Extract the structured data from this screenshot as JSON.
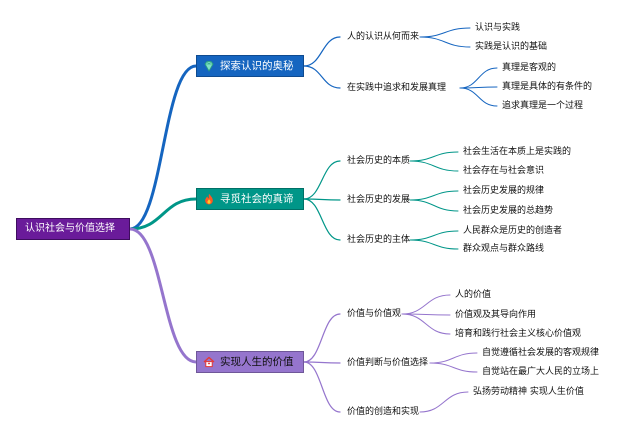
{
  "root": {
    "label": "认识社会与价值选择"
  },
  "branches": [
    {
      "label": "探索认识的奥秘",
      "icon": "diamond-icon",
      "color": "#1565c0",
      "children": [
        {
          "label": "人的认识从何而来",
          "items": [
            "认识与实践",
            "实践是认识的基础"
          ]
        },
        {
          "label": "在实践中追求和发展真理",
          "items": [
            "真理是客观的",
            "真理是具体的有条件的",
            "追求真理是一个过程"
          ]
        }
      ]
    },
    {
      "label": "寻觅社会的真谛",
      "icon": "flame-icon",
      "color": "#009688",
      "children": [
        {
          "label": "社会历史的本质",
          "items": [
            "社会生活在本质上是实践的",
            "社会存在与社会意识"
          ]
        },
        {
          "label": "社会历史的发展",
          "items": [
            "社会历史发展的规律",
            "社会历史发展的总趋势"
          ]
        },
        {
          "label": "社会历史的主体",
          "items": [
            "人民群众是历史的创造者",
            "群众观点与群众路线"
          ]
        }
      ]
    },
    {
      "label": "实现人生的价值",
      "icon": "house-icon",
      "color": "#9575cd",
      "children": [
        {
          "label": "价值与价值观",
          "items": [
            "人的价值",
            "价值观及其导向作用",
            "培育和践行社会主义核心价值观"
          ]
        },
        {
          "label": "价值判断与价值选择",
          "items": [
            "自觉遵循社会发展的客观规律",
            "自觉站在最广大人民的立场上"
          ]
        },
        {
          "label": "价值的创造和实现",
          "items": [
            "弘扬劳动精神 实现人生价值"
          ]
        }
      ]
    }
  ]
}
